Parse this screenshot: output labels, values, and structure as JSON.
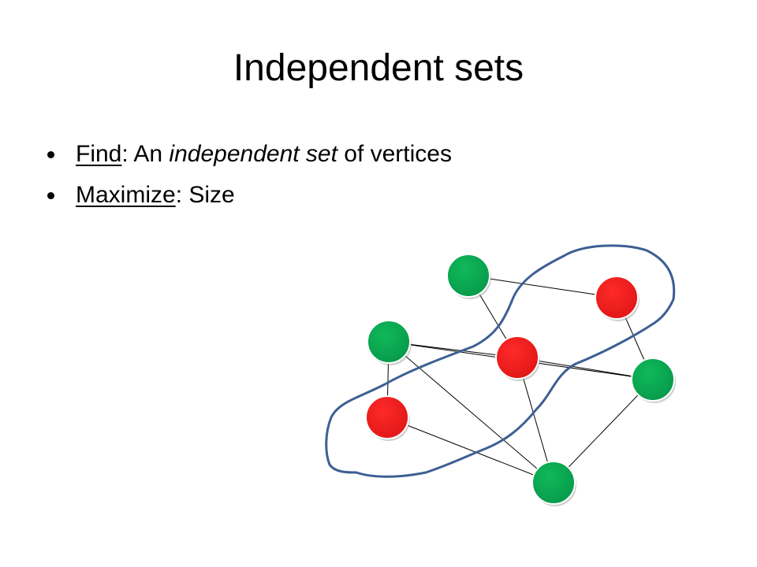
{
  "title": "Independent sets",
  "bullets": [
    {
      "keyword": "Find",
      "separator": ":",
      "lead": " An ",
      "emphasis": "independent set",
      "tail": " of vertices"
    },
    {
      "keyword": "Maximize",
      "separator": ":",
      "lead": " Size"
    }
  ],
  "graph": {
    "colors": {
      "selected": "#ee1c1c",
      "unselected": "#0aa84f",
      "edge": "#000000",
      "outline": "#3d5f93"
    },
    "nodes": [
      {
        "id": "A",
        "selected": false
      },
      {
        "id": "B",
        "selected": true
      },
      {
        "id": "C",
        "selected": false
      },
      {
        "id": "D",
        "selected": true
      },
      {
        "id": "E",
        "selected": false
      },
      {
        "id": "F",
        "selected": true
      },
      {
        "id": "G",
        "selected": false
      }
    ],
    "edges": [
      [
        "A",
        "B"
      ],
      [
        "A",
        "D"
      ],
      [
        "C",
        "D"
      ],
      [
        "D",
        "E"
      ],
      [
        "C",
        "E"
      ],
      [
        "C",
        "F"
      ],
      [
        "C",
        "G"
      ],
      [
        "D",
        "G"
      ],
      [
        "F",
        "G"
      ],
      [
        "E",
        "G"
      ],
      [
        "B",
        "E"
      ]
    ],
    "enclosing_outline": true
  }
}
